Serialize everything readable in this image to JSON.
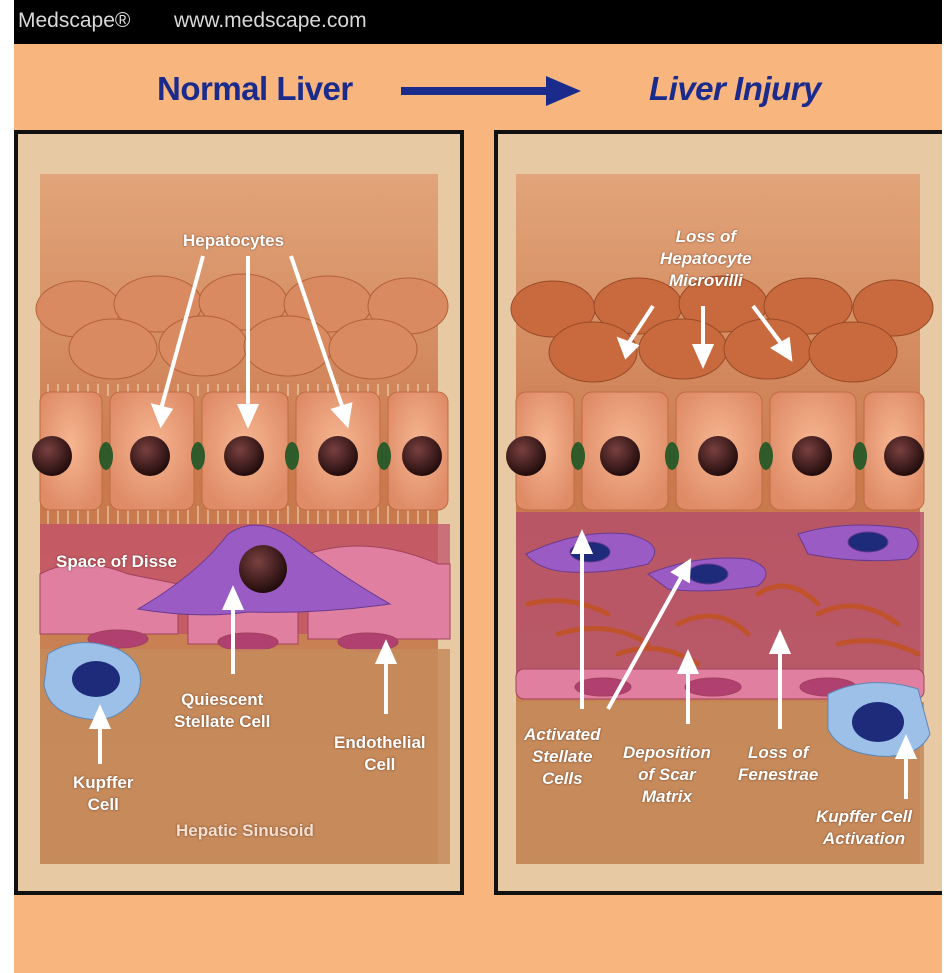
{
  "header": {
    "brand": "Medscape®",
    "url": "www.medscape.com"
  },
  "titles": {
    "normal": "Normal Liver",
    "injury": "Liver Injury"
  },
  "normal_panel": {
    "hepatocytes": "Hepatocytes",
    "space_of_disse": "Space of Disse",
    "quiescent_1": "Quiescent",
    "quiescent_2": "Stellate Cell",
    "endothelial_1": "Endothelial",
    "endothelial_2": "Cell",
    "kupffer_1": "Kupffer",
    "kupffer_2": "Cell",
    "sinusoid": "Hepatic Sinusoid"
  },
  "injury_panel": {
    "loss_microvilli_1": "Loss of",
    "loss_microvilli_2": "Hepatocyte",
    "loss_microvilli_3": "Microvilli",
    "activated_1": "Activated",
    "activated_2": "Stellate",
    "activated_3": "Cells",
    "deposition_1": "Deposition",
    "deposition_2": "of Scar",
    "deposition_3": "Matrix",
    "fenestrae_1": "Loss of",
    "fenestrae_2": "Fenestrae",
    "kupffer_act_1": "Kupffer Cell",
    "kupffer_act_2": "Activation"
  },
  "colors": {
    "background": "#f8b67e",
    "title": "#1a2b8c",
    "hepatocyte": "#eea27c",
    "stellate": "#9a5cc4",
    "endothelium": "#d9698f",
    "kupffer": "#9cc0e8",
    "scar": "#c0532c"
  }
}
